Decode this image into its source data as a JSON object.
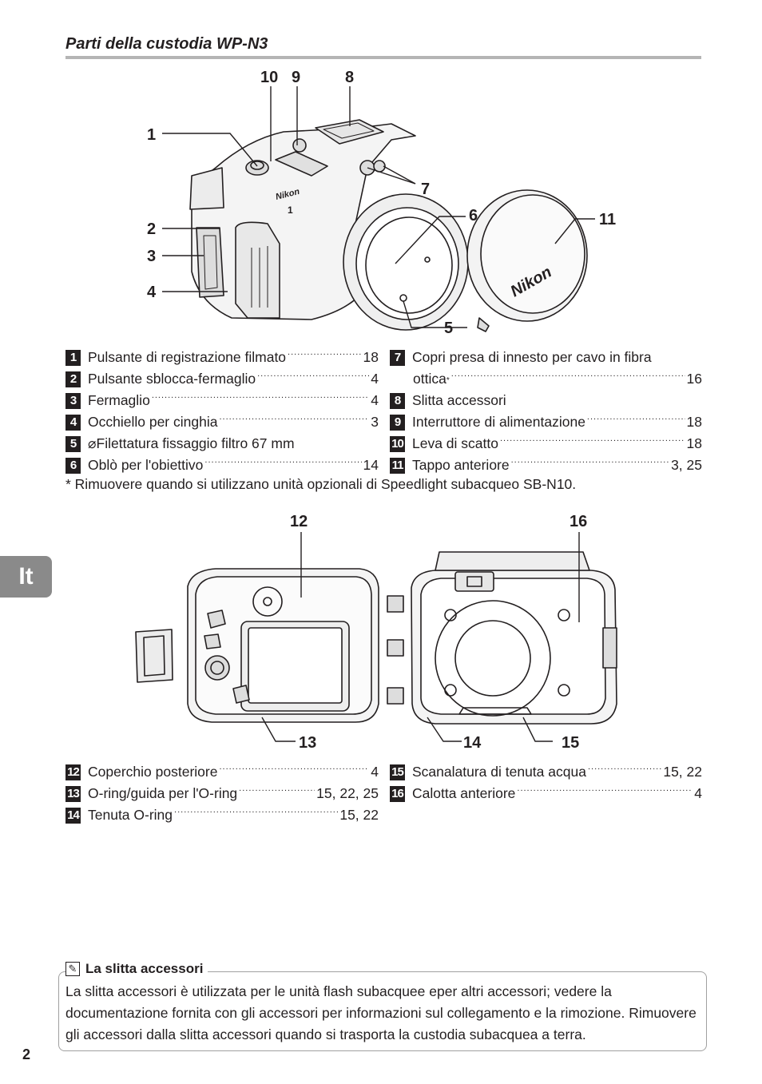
{
  "title": "Parti della custodia WP-N3",
  "callouts_top": [
    "1",
    "2",
    "3",
    "4",
    "5",
    "6",
    "7",
    "8",
    "9",
    "10",
    "11"
  ],
  "callouts_bottom": [
    "12",
    "13",
    "14",
    "15",
    "16"
  ],
  "camera_brand": "Nikon",
  "camera_model_mark": "1",
  "lens_cap_brand": "Nikon",
  "parts_top_left": [
    {
      "num": "1",
      "label": "Pulsante di registrazione filmato",
      "page": "18"
    },
    {
      "num": "2",
      "label": "Pulsante sblocca-fermaglio",
      "page": "4"
    },
    {
      "num": "3",
      "label": "Fermaglio",
      "page": "4"
    },
    {
      "num": "4",
      "label": "Occhiello per cinghia",
      "page": "3"
    },
    {
      "num": "5",
      "label": "⌀Filettatura fissaggio filtro 67 mm",
      "page": ""
    },
    {
      "num": "6",
      "label": "Oblò per l'obiettivo",
      "page": "14"
    }
  ],
  "parts_top_right": {
    "first": {
      "num": "7",
      "label": "Copri presa di innesto per cavo in fibra",
      "cont": "ottica",
      "mark": "*",
      "page": "16"
    },
    "rest": [
      {
        "num": "8",
        "label": "Slitta accessori",
        "page": ""
      },
      {
        "num": "9",
        "label": "Interruttore di alimentazione",
        "page": "18"
      },
      {
        "num": "10",
        "label": "Leva di scatto",
        "page": "18"
      },
      {
        "num": "11",
        "label": "Tappo anteriore",
        "page": "3, 25"
      }
    ]
  },
  "footnote": "* Rimuovere quando si utilizzano unità opzionali di Speedlight subacqueo SB-N10.",
  "parts_bottom_left": [
    {
      "num": "12",
      "label": "Coperchio posteriore",
      "page": "4"
    },
    {
      "num": "13",
      "label": "O-ring/guida per l'O-ring",
      "page": "15, 22, 25"
    },
    {
      "num": "14",
      "label": "Tenuta O-ring",
      "page": "15, 22"
    }
  ],
  "parts_bottom_right": [
    {
      "num": "15",
      "label": "Scanalatura di tenuta acqua",
      "page": "15, 22"
    },
    {
      "num": "16",
      "label": "Calotta anteriore",
      "page": "4"
    }
  ],
  "side_tab": "It",
  "note": {
    "title": "La slitta accessori",
    "body": "La slitta accessori è utilizzata per le unità flash subacquee eper altri accessori; vedere la documentazione fornita con gli accessori per informazioni sul collegamento e la rimozione. Rimuovere gli accessori dalla slitta accessori quando si trasporta la custodia subacquea a terra."
  },
  "page_number": "2"
}
